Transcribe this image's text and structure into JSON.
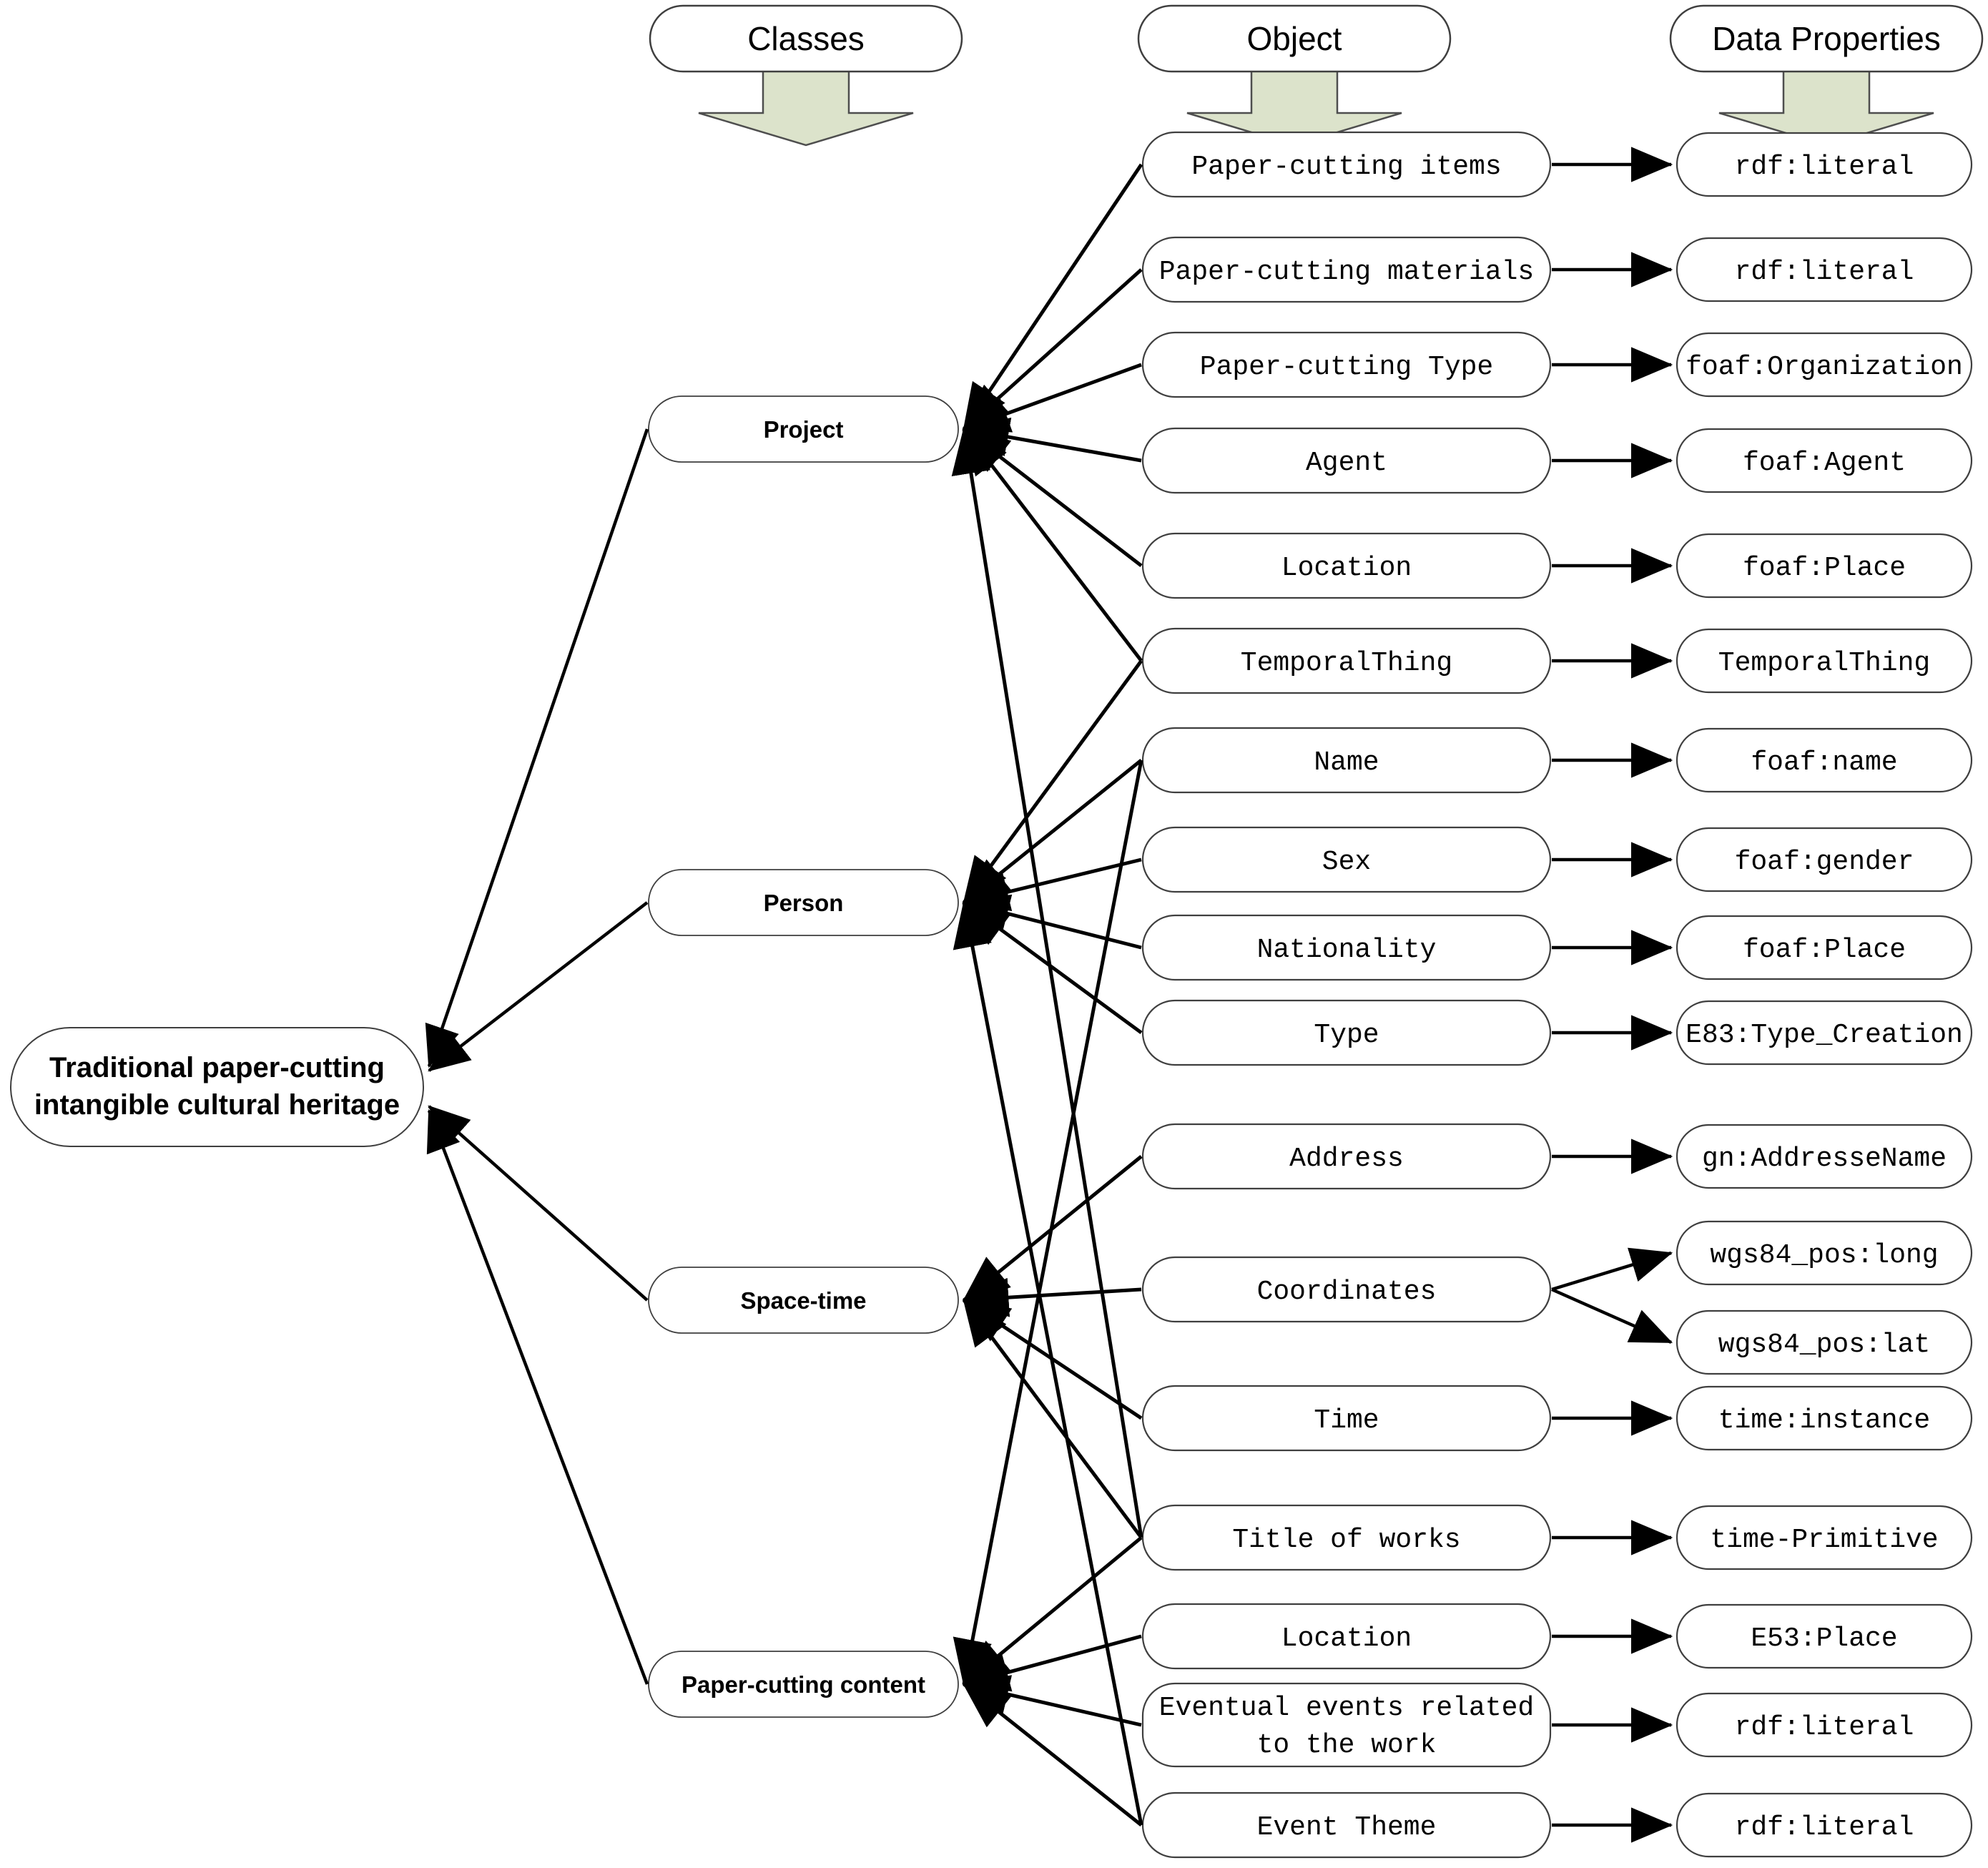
{
  "headers": {
    "classes": "Classes",
    "object": "Object",
    "data_properties": "Data Properties"
  },
  "root": {
    "label": "Traditional paper-cutting intangible cultural heritage",
    "wrap": [
      "Traditional paper-cutting",
      "intangible cultural heritage"
    ]
  },
  "classes": [
    {
      "id": "project",
      "label": "Project"
    },
    {
      "id": "person",
      "label": "Person"
    },
    {
      "id": "spacetime",
      "label": "Space-time"
    },
    {
      "id": "content",
      "label": "Paper-cutting content"
    }
  ],
  "objects": [
    {
      "id": "items",
      "label": "Paper-cutting items"
    },
    {
      "id": "materials",
      "label": "Paper-cutting materials"
    },
    {
      "id": "ptype",
      "label": "Paper-cutting Type"
    },
    {
      "id": "agent",
      "label": "Agent"
    },
    {
      "id": "location1",
      "label": "Location"
    },
    {
      "id": "temporal",
      "label": "TemporalThing"
    },
    {
      "id": "name",
      "label": "Name"
    },
    {
      "id": "sex",
      "label": "Sex"
    },
    {
      "id": "nationality",
      "label": "Nationality"
    },
    {
      "id": "type",
      "label": "Type"
    },
    {
      "id": "address",
      "label": "Address"
    },
    {
      "id": "coordinates",
      "label": "Coordinates"
    },
    {
      "id": "time",
      "label": "Time"
    },
    {
      "id": "title",
      "label": "Title of works"
    },
    {
      "id": "location2",
      "label": "Location"
    },
    {
      "id": "events",
      "label": "Eventual events related to the work",
      "wrap": [
        "Eventual events related",
        "to the work"
      ]
    },
    {
      "id": "theme",
      "label": "Event Theme"
    }
  ],
  "data_properties": [
    {
      "id": "dp0",
      "label": "rdf:literal"
    },
    {
      "id": "dp1",
      "label": "rdf:literal"
    },
    {
      "id": "dp2",
      "label": "foaf:Organization"
    },
    {
      "id": "dp3",
      "label": "foaf:Agent"
    },
    {
      "id": "dp4",
      "label": "foaf:Place"
    },
    {
      "id": "dp5",
      "label": "TemporalThing"
    },
    {
      "id": "dp6",
      "label": "foaf:name"
    },
    {
      "id": "dp7",
      "label": "foaf:gender"
    },
    {
      "id": "dp8",
      "label": "foaf:Place"
    },
    {
      "id": "dp9",
      "label": "E83:Type_Creation"
    },
    {
      "id": "dp10",
      "label": "gn:AddresseName"
    },
    {
      "id": "dp11",
      "label": "wgs84_pos:long"
    },
    {
      "id": "dp12",
      "label": "wgs84_pos:lat"
    },
    {
      "id": "dp13",
      "label": "time:instance"
    },
    {
      "id": "dp14",
      "label": "time-Primitive"
    },
    {
      "id": "dp15",
      "label": "E53:Place"
    },
    {
      "id": "dp16",
      "label": "rdf:literal"
    },
    {
      "id": "dp17",
      "label": "rdf:literal"
    }
  ],
  "edges": {
    "class_to_root": [
      "project",
      "person",
      "spacetime",
      "content"
    ],
    "object_to_class": [
      [
        "items",
        "project"
      ],
      [
        "materials",
        "project"
      ],
      [
        "ptype",
        "project"
      ],
      [
        "agent",
        "project"
      ],
      [
        "location1",
        "project"
      ],
      [
        "temporal",
        "project"
      ],
      [
        "title",
        "project"
      ],
      [
        "temporal",
        "person"
      ],
      [
        "name",
        "person"
      ],
      [
        "sex",
        "person"
      ],
      [
        "nationality",
        "person"
      ],
      [
        "type",
        "person"
      ],
      [
        "theme",
        "person"
      ],
      [
        "address",
        "spacetime"
      ],
      [
        "coordinates",
        "spacetime"
      ],
      [
        "time",
        "spacetime"
      ],
      [
        "title",
        "spacetime"
      ],
      [
        "name",
        "content"
      ],
      [
        "title",
        "content"
      ],
      [
        "location2",
        "content"
      ],
      [
        "events",
        "content"
      ],
      [
        "theme",
        "content"
      ]
    ],
    "object_to_dataprop": [
      [
        "items",
        "dp0"
      ],
      [
        "materials",
        "dp1"
      ],
      [
        "ptype",
        "dp2"
      ],
      [
        "agent",
        "dp3"
      ],
      [
        "location1",
        "dp4"
      ],
      [
        "temporal",
        "dp5"
      ],
      [
        "name",
        "dp6"
      ],
      [
        "sex",
        "dp7"
      ],
      [
        "nationality",
        "dp8"
      ],
      [
        "type",
        "dp9"
      ],
      [
        "address",
        "dp10"
      ],
      [
        "coordinates",
        "dp11"
      ],
      [
        "coordinates",
        "dp12"
      ],
      [
        "time",
        "dp13"
      ],
      [
        "title",
        "dp14"
      ],
      [
        "location2",
        "dp15"
      ],
      [
        "events",
        "dp16"
      ],
      [
        "theme",
        "dp17"
      ]
    ]
  },
  "colors": {
    "edge": "#000000",
    "node_fill": "#ffffff",
    "node_border": "#3f3f3f",
    "block_arrow_fill": "#dce3cb",
    "block_arrow_border": "#4e4e4e",
    "text": "#000000"
  }
}
